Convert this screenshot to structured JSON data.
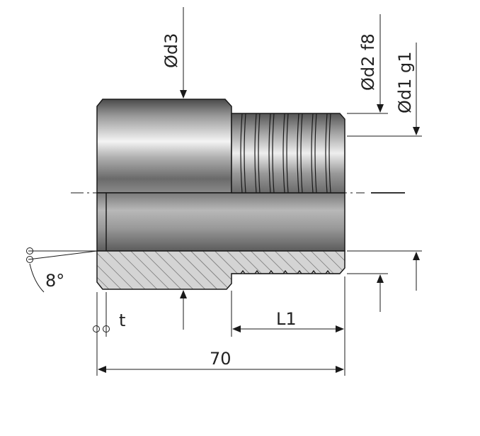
{
  "labels": {
    "d3": "Ød3",
    "d2": "Ød2  f8",
    "d1": "Ød1 g1",
    "angle": "8°",
    "t": "t",
    "L1": "L1",
    "length": "70"
  },
  "colors": {
    "line": "#1a1a1a",
    "hatch": "#555555",
    "section_fill": "#c9c9c9",
    "metal_dark": "#5a5a5a",
    "metal_light": "#f2f2f2"
  }
}
